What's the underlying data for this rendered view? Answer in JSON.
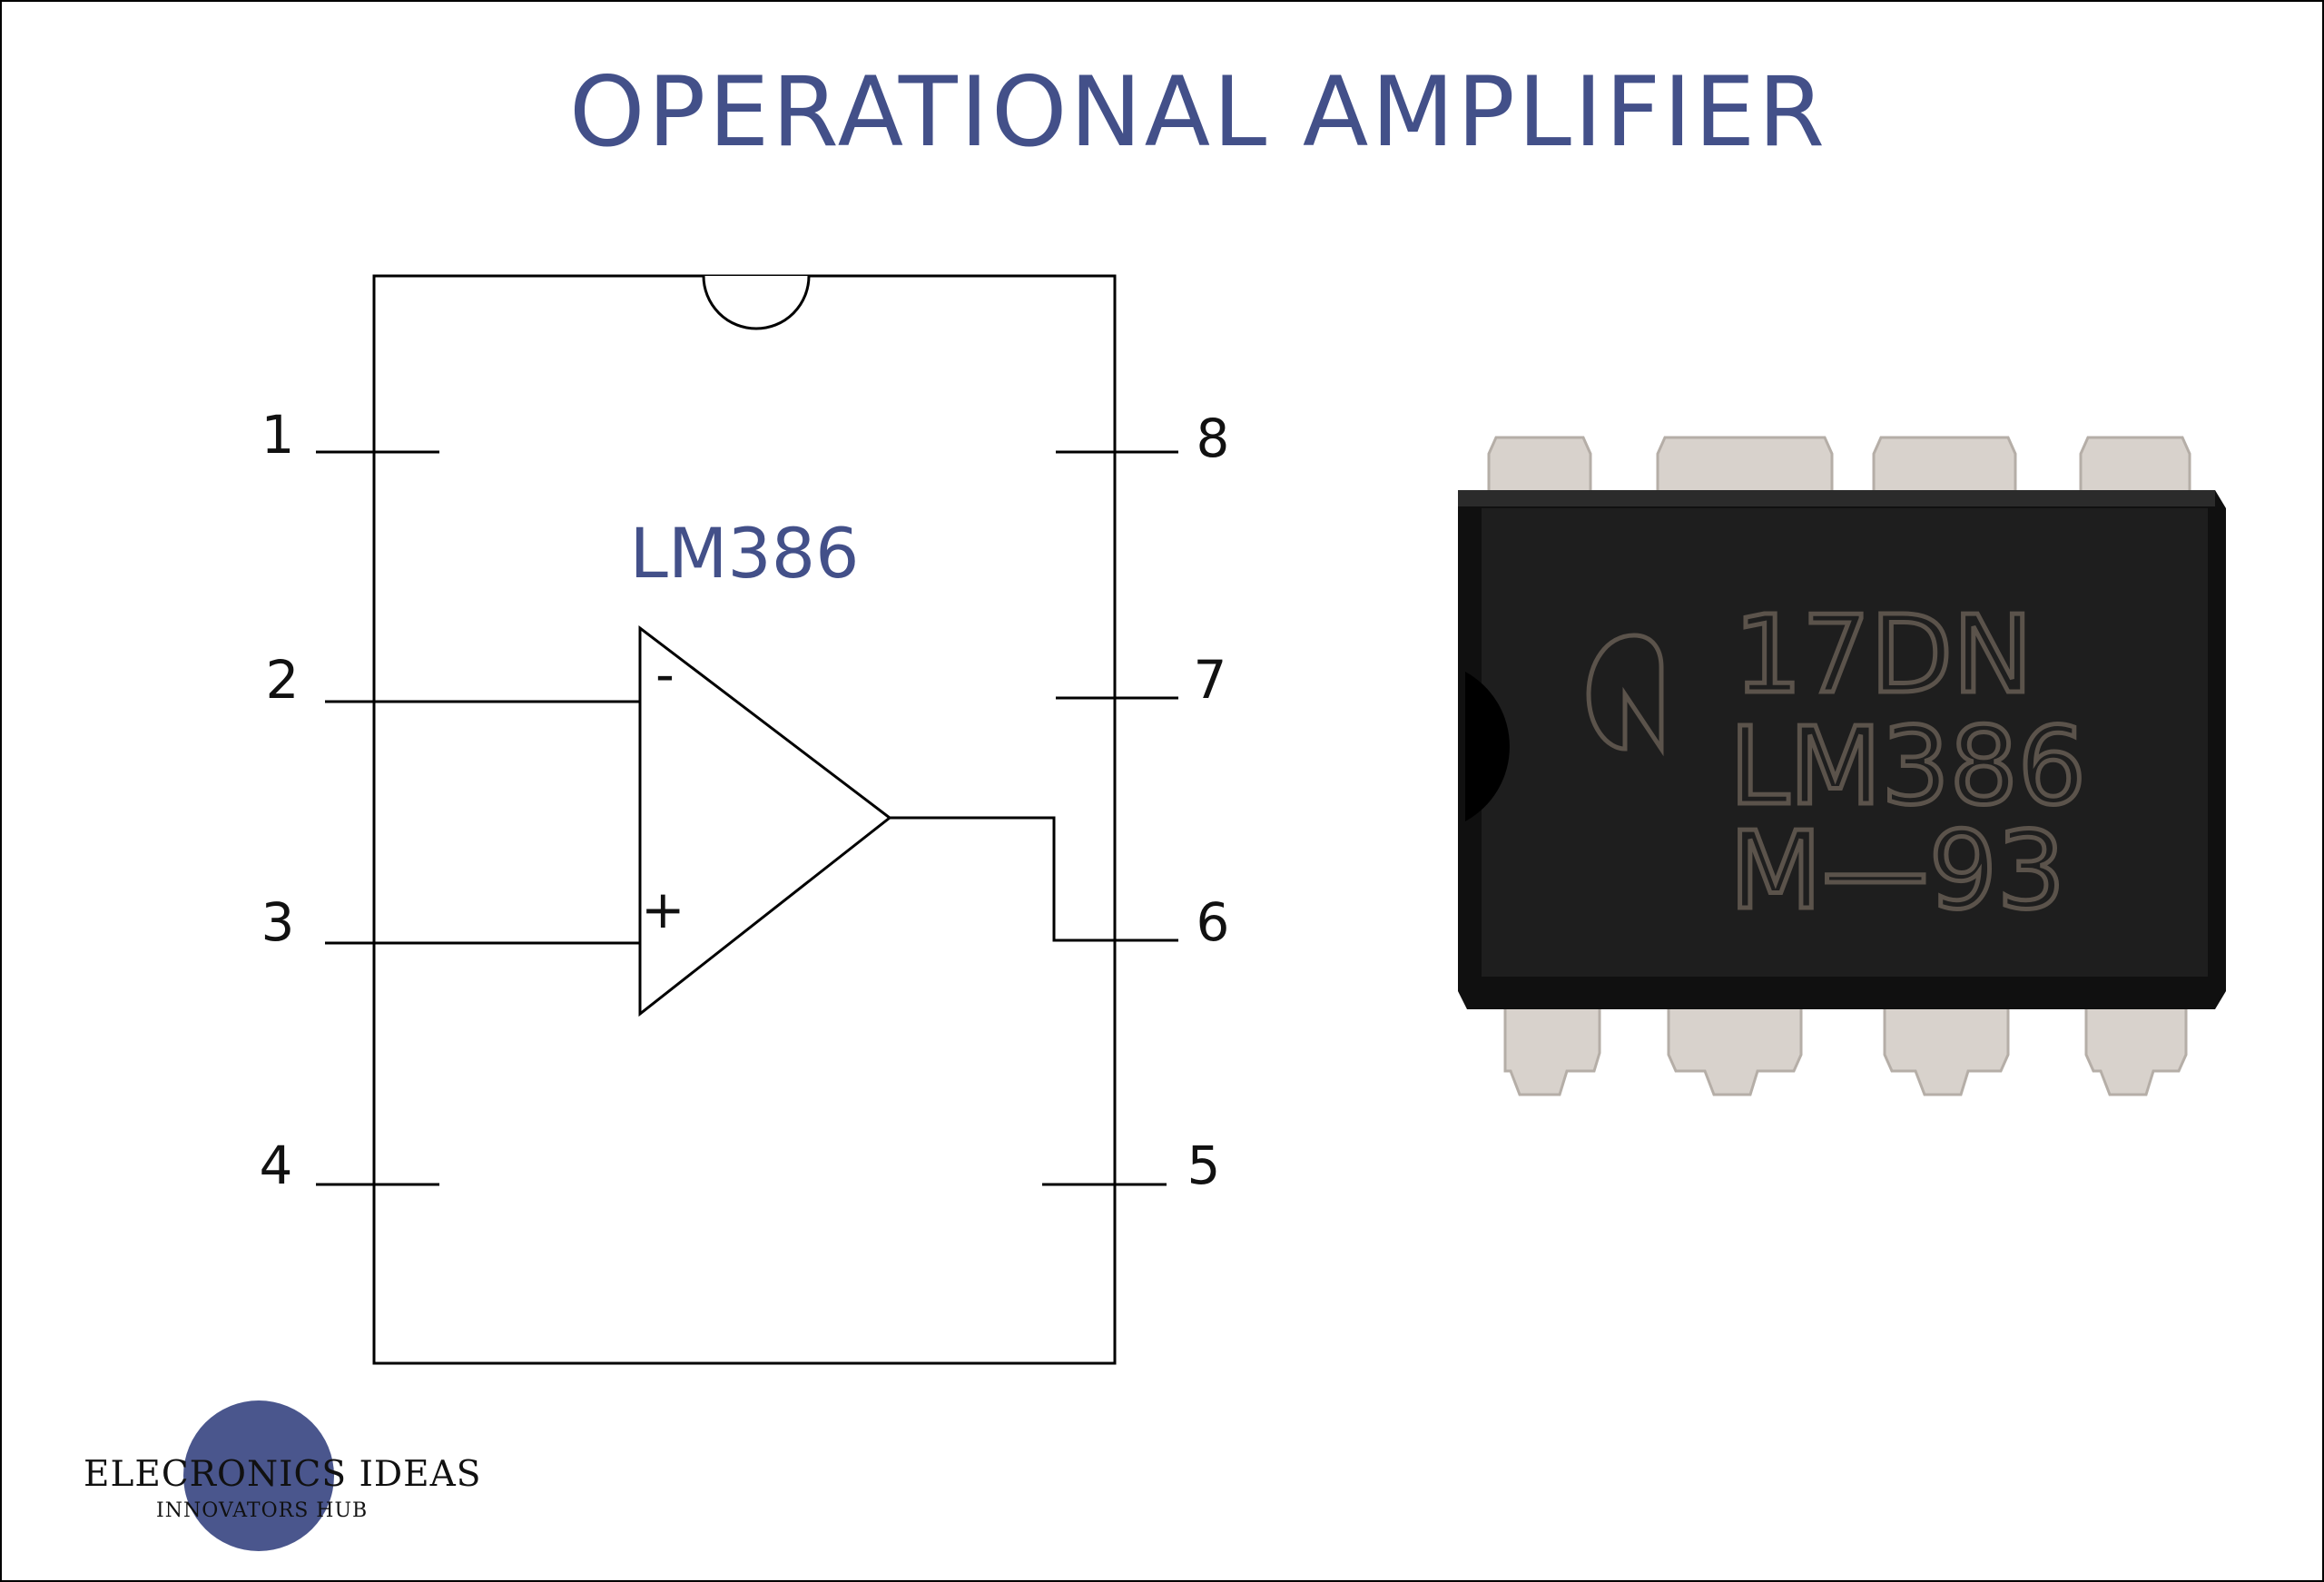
{
  "title": "OPERATIONAL AMPLIFIER",
  "schematic": {
    "chip_label": "LM386",
    "pins_left": [
      "1",
      "2",
      "3",
      "4"
    ],
    "pins_right": [
      "8",
      "7",
      "6",
      "5"
    ],
    "inverting_symbol": "-",
    "non_inverting_symbol": "+"
  },
  "photo": {
    "marking_lines": [
      "17DN",
      "LM386",
      "M—93"
    ],
    "colors": {
      "body": "#151515",
      "pins": "#d8d2cc"
    }
  },
  "logo": {
    "name": "ELECRONICS IDEAS",
    "tagline": "INNOVATORS HUB",
    "circle_color": "#4a568d"
  },
  "colors": {
    "accent": "#435089",
    "line": "#000000"
  }
}
